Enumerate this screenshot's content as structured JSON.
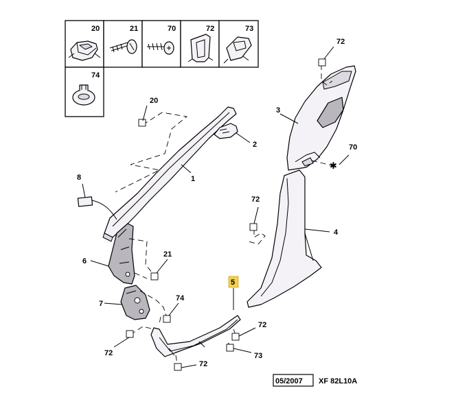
{
  "legend": {
    "cells": [
      "20",
      "21",
      "70",
      "72",
      "73",
      "74"
    ]
  },
  "callouts": {
    "c1": "1",
    "c2": "2",
    "c3": "3",
    "c4": "4",
    "c5": "5",
    "c6": "6",
    "c7": "7",
    "c8": "8",
    "c20": "20",
    "c21": "21",
    "c70": "70",
    "c72a": "72",
    "c72b": "72",
    "c72c": "72",
    "c72d": "72",
    "c72e": "72",
    "c73": "73",
    "c74": "74"
  },
  "highlight": {
    "callout": "5",
    "color": "#f6d04d"
  },
  "footer": {
    "date": "05/2007",
    "reference": "XF 82L10A"
  }
}
